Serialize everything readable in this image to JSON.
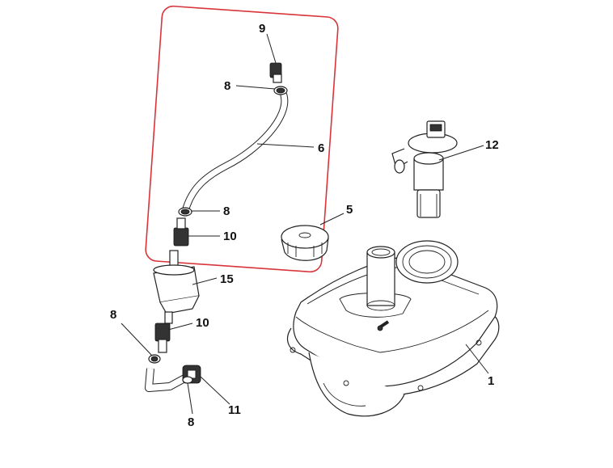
{
  "diagram": {
    "labels": [
      "9",
      "8",
      "6",
      "8",
      "10",
      "12",
      "5",
      "15",
      "8",
      "10",
      "8",
      "11",
      "1"
    ],
    "highlight_color": "#d9343a"
  }
}
